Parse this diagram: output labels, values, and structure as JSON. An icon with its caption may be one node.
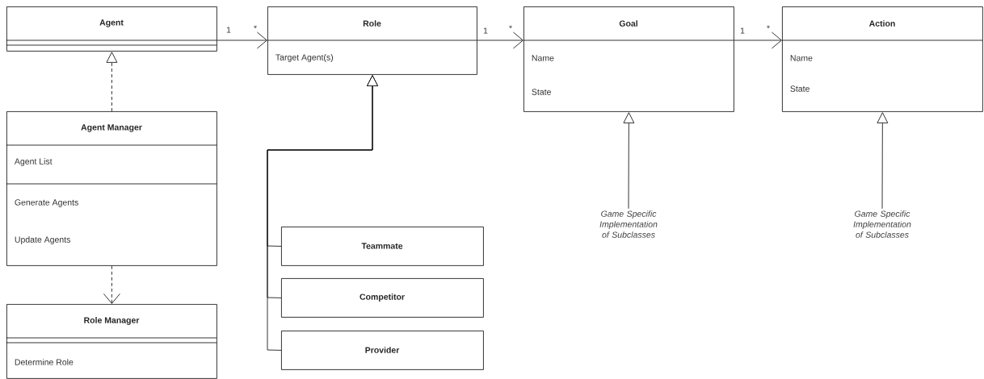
{
  "diagram": {
    "nodes": [
      {
        "text": [
          "Agent"
        ]
      },
      {
        "text": [
          "Role",
          "Target Agent(s)"
        ]
      },
      {
        "text": [
          "Goal",
          "Name",
          "State"
        ]
      },
      {
        "text": [
          "Action",
          "Name",
          "State"
        ]
      },
      {
        "text": [
          "Agent Manager",
          "Agent List",
          "Generate Agents",
          "Update Agents"
        ]
      },
      {
        "text": [
          "Teammate"
        ]
      },
      {
        "text": [
          "Competitor"
        ]
      },
      {
        "text": [
          "Provider"
        ]
      },
      {
        "text": [
          "Role Manager",
          "Determine Role"
        ]
      },
      {
        "text": [
          "Game Specific Implementation of Subclasses"
        ]
      },
      {
        "text": [
          "Game Specific Implementation of Subclasses"
        ]
      }
    ],
    "edges": [
      {
        "from": 0,
        "to": 1,
        "arrow": "to"
      },
      {
        "from": 1,
        "to": 2,
        "arrow": "to"
      },
      {
        "from": 2,
        "to": 3,
        "arrow": "to"
      },
      {
        "from": 4,
        "to": 0,
        "arrow": "to",
        "style": "dashed"
      },
      {
        "from": 4,
        "to": 8,
        "arrow": "to",
        "style": "dashed"
      },
      {
        "from": 5,
        "to": 1,
        "arrow": "to"
      },
      {
        "from": 6,
        "to": 1,
        "arrow": "to"
      },
      {
        "from": 7,
        "to": 1,
        "arrow": "to"
      },
      {
        "from": 9,
        "to": 2,
        "arrow": "to"
      },
      {
        "from": 10,
        "to": 3,
        "arrow": "to"
      }
    ],
    "labels": [
      "1",
      "*",
      "1",
      "*",
      "1",
      "*"
    ]
  }
}
